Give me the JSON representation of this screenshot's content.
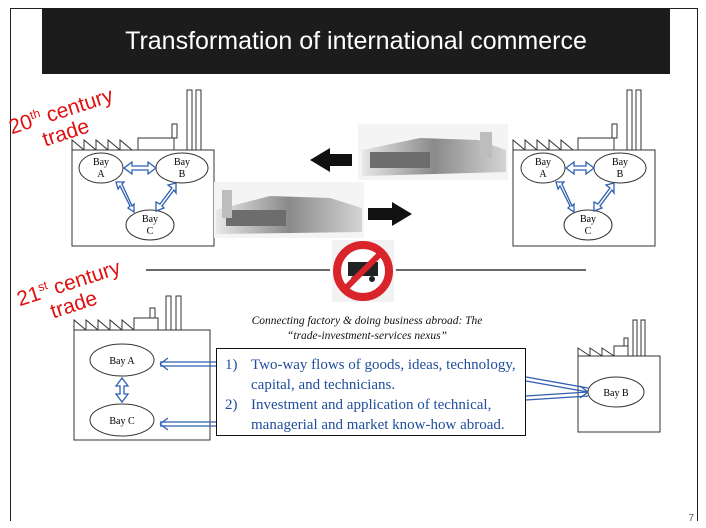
{
  "slide": {
    "title": "Transformation of international commerce",
    "page_number": "7"
  },
  "labels": {
    "twentieth_prefix": "20",
    "twentieth_sup": "th",
    "twentieth_suffix": " century",
    "twentieth_line2": "trade",
    "twentyfirst_prefix": "21",
    "twentyfirst_sup": "st",
    "twentyfirst_suffix": " century",
    "twentyfirst_line2": "trade"
  },
  "factory_20th_left": {
    "bay_a_line1": "Bay",
    "bay_a_line2": "A",
    "bay_b_line1": "Bay",
    "bay_b_line2": "B",
    "bay_c_line1": "Bay",
    "bay_c_line2": "C"
  },
  "factory_20th_right": {
    "bay_a_line1": "Bay",
    "bay_a_line2": "A",
    "bay_b_line1": "Bay",
    "bay_b_line2": "B",
    "bay_c_line1": "Bay",
    "bay_c_line2": "C"
  },
  "factory_21st": {
    "bay_a": "Bay A",
    "bay_c": "Bay C",
    "bay_b": "Bay B"
  },
  "nexus": {
    "caption_line1": "Connecting factory & doing business abroad: The",
    "caption_line2": "“trade-investment-services nexus”",
    "items": [
      {
        "num": "1)",
        "line1": "Two-way flows of goods, ideas, technology,",
        "line2": "capital, and technicians."
      },
      {
        "num": "2)",
        "line1": "Investment and application of technical,",
        "line2": "managerial and market know-how abroad."
      }
    ]
  },
  "colors": {
    "title_bg": "#1c1c1c",
    "label_red": "#e01010",
    "list_blue": "#1f4e9a",
    "arrow_blue": "#2f5fb0"
  }
}
